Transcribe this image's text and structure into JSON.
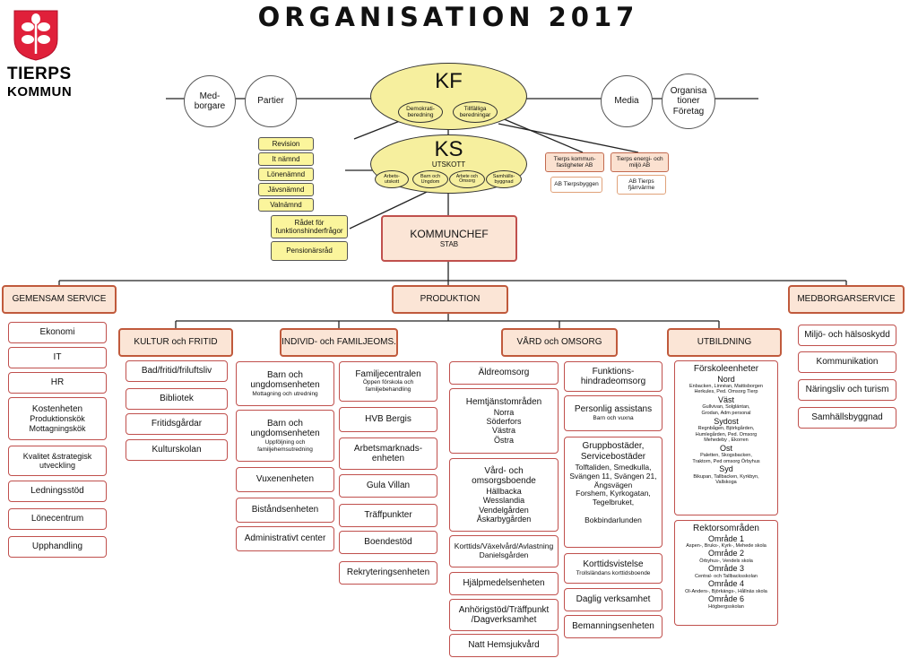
{
  "title": "ORGANISATION  2017",
  "logo": {
    "line1": "TIERPS",
    "line2": "KOMMUN"
  },
  "top_row": {
    "medborgare": "Med-\nborgare",
    "partier": "Partier",
    "media": "Media",
    "organisationer": "Organisa\ntioner\nFöretag"
  },
  "kf": {
    "label": "KF",
    "demokrati": "Demokrati-\nberedning",
    "tillfalliga": "Tillfälliga\nberedningar"
  },
  "ks": {
    "label": "KS",
    "sub": "UTSKOTT",
    "arbetsutskott": "Arbets-\nutskott",
    "barn": "Barn och\nUngdom",
    "arbete": "Arbete och\nOmsorg",
    "samhall": "Samhälls-\nbyggnad"
  },
  "yellow_boxes": [
    "Revision",
    "It nämnd",
    "Lönenämnd",
    "Jävsnämnd",
    "Valnämnd",
    "Rådet för\nfunktionshinderfrågor",
    "Pensionärsråd"
  ],
  "companies": {
    "tierps_kf": "Tierps kommun-\nfastigheter AB",
    "tierpsbyggen": "AB Tierpsbyggen",
    "energi": "Tierps energi- och\nmiljö AB",
    "fjarrvarme": "AB Tierps\nfjärrvärme"
  },
  "kommunchef": {
    "title": "KOMMUNCHEF",
    "sub": "STAB"
  },
  "categories": {
    "gemensam": "GEMENSAM SERVICE",
    "produktion": "PRODUKTION",
    "medborgarservice": "MEDBORGARSERVICE",
    "kultur": "KULTUR och FRITID",
    "individ": "INDIVID- och FAMILJEOMS.",
    "vard": "VÅRD och OMSORG",
    "utbildning": "UTBILDNING"
  },
  "gemensam_items": [
    {
      "t": "Ekonomi",
      "s": ""
    },
    {
      "t": "IT",
      "s": ""
    },
    {
      "t": "HR",
      "s": ""
    },
    {
      "t": "Kostenheten",
      "s": "Produktionskök\nMottagningskök"
    },
    {
      "t": "Kvalitet &strategisk\nutveckling",
      "s": ""
    },
    {
      "t": "Ledningsstöd",
      "s": ""
    },
    {
      "t": "Lönecentrum",
      "s": ""
    },
    {
      "t": "Upphandling",
      "s": ""
    }
  ],
  "medborgarservice_items": [
    "Miljö- och hälsoskydd",
    "Kommunikation",
    "Näringsliv och turism",
    "Samhällsbyggnad"
  ],
  "kultur_items": [
    "Bad/fritid/friluftsliv",
    "Bibliotek",
    "Fritidsgårdar",
    "Kulturskolan"
  ],
  "individ_left": [
    {
      "t": "Barn och\nungdomsenheten",
      "s": "Mottagning och utredning"
    },
    {
      "t": "Barn och\nungdomsenheten",
      "s": "Uppföljning och\nfamiljehemsutredning"
    },
    {
      "t": "Vuxenenheten",
      "s": ""
    },
    {
      "t": "Biståndsenheten",
      "s": ""
    },
    {
      "t": "Administrativt center",
      "s": ""
    }
  ],
  "individ_right": [
    {
      "t": "Familjecentralen",
      "s": "Öppen förskola och\nfamiljebehandling"
    },
    {
      "t": "HVB Bergis",
      "s": ""
    },
    {
      "t": "Arbetsmarknads-\nenheten",
      "s": ""
    },
    {
      "t": "Gula Villan",
      "s": ""
    },
    {
      "t": "Träffpunkter",
      "s": ""
    },
    {
      "t": "Boendestöd",
      "s": ""
    },
    {
      "t": "Rekryteringsenheten",
      "s": ""
    }
  ],
  "vard_left": [
    {
      "t": "Äldreomsorg",
      "s": ""
    },
    {
      "t": "Hemtjänstområden",
      "s": "Norra\nSöderfors\nVästra\nÖstra"
    },
    {
      "t": "Vård- och\nomsorgsboende",
      "s": "Hällbacka\nWesslandia\nVendelgården\nÅskarbygården"
    },
    {
      "t": "Korttids/Växelvård/Avlastning\nDanielsgården",
      "s": ""
    },
    {
      "t": "Hjälpmedelsenheten",
      "s": ""
    },
    {
      "t": "Anhörigstöd/Träffpunkt\n/Dagverksamhet",
      "s": ""
    },
    {
      "t": "Natt Hemsjukvård",
      "s": ""
    }
  ],
  "vard_right": [
    {
      "t": "Funktions-\nhindradeomsorg",
      "s": ""
    },
    {
      "t": "Personlig assistans",
      "s": "Barn och vuxna"
    },
    {
      "t": "Gruppbostäder,\nServicebostäder",
      "s": "Tolftaliden, Smedkulla,\nSvängen 11, Svängen 21,\nÄngsvägen\nForshem, Kyrkogatan,\nTegelbruket,\n\nBokbindarlunden"
    },
    {
      "t": "Korttidsvistelse",
      "s": "Trollsländans korttidsboende"
    },
    {
      "t": "Daglig verksamhet",
      "s": ""
    },
    {
      "t": "Bemanningsenheten",
      "s": ""
    }
  ],
  "forskola": {
    "title": "Förskoleenheter",
    "areas": [
      {
        "n": "Nord",
        "d": "Enbacken, Linnéan, Mattisborgen\nHerkules, Ped. Omsorg Tierp"
      },
      {
        "n": "Väst",
        "d": "Gullvivan, Solgläntan,\nGrodan, Adm personal"
      },
      {
        "n": "Sydost",
        "d": "Regnbågen, Björkgården,\nHumlegården, Ped. Omsorg\nMehedeby , Ekorren"
      },
      {
        "n": "Ost",
        "d": "Paletten, Skogsbacken,\nTraktorn, Ped omsorg Örbyhus"
      },
      {
        "n": "Syd",
        "d": "Bikupan, Tallbacken, Kyrkbyn,\nVallskoga"
      }
    ]
  },
  "rektor": {
    "title": "Rektorsområden",
    "areas": [
      {
        "n": "Område 1",
        "d": "Aspen-, Bruks-, Kyrk-, Mehede skola"
      },
      {
        "n": "Område 2",
        "d": "Örbyhus-, Vendels skola"
      },
      {
        "n": "Område 3",
        "d": "Central- och Tallbacksskolan"
      },
      {
        "n": "Område 4",
        "d": "Ol-Anders-, Björkängs-, Hållnäs skola"
      },
      {
        "n": "Område 6",
        "d": "Högbergsskolan"
      }
    ]
  },
  "colors": {
    "yellow": "#f6ef9e",
    "peach": "#fbe5d6",
    "red_border": "#c0504d"
  }
}
